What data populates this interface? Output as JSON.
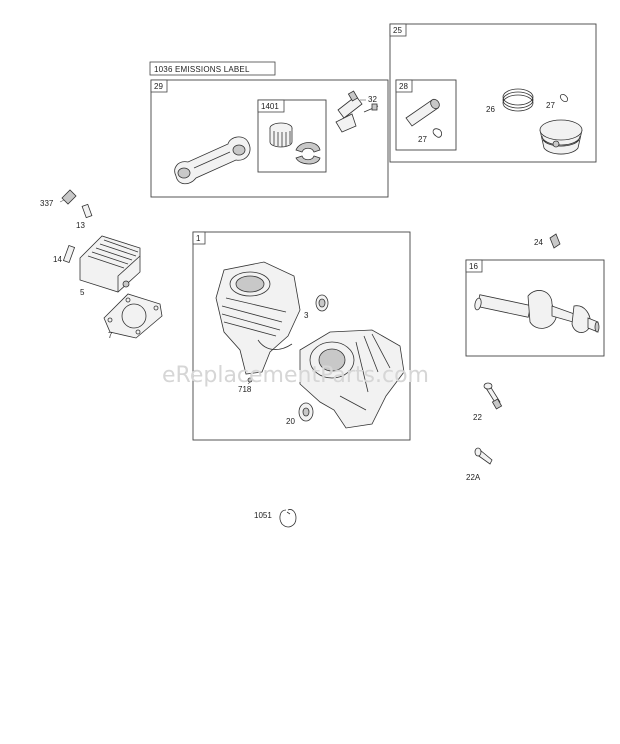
{
  "watermark": "eReplacementParts.com",
  "emissions_label": "1036 EMISSIONS LABEL",
  "boxes": {
    "b29": "29",
    "b1401": "1401",
    "b25": "25",
    "b28": "28",
    "b1": "1",
    "b16": "16"
  },
  "callouts": {
    "c32": "32",
    "c26": "26",
    "c27a": "27",
    "c27b": "27",
    "c337": "337",
    "c13": "13",
    "c14": "14",
    "c5": "5",
    "c7": "7",
    "c3": "3",
    "c718": "718",
    "c20": "20",
    "c24": "24",
    "c22": "22",
    "c22a": "22A",
    "c1051": "1051"
  }
}
